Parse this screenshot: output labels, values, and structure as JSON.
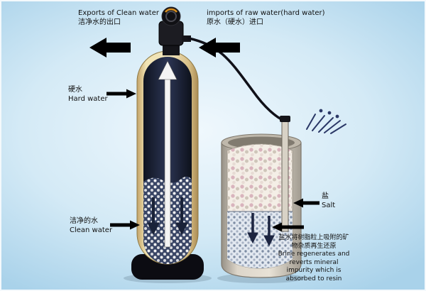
{
  "labels": {
    "export": {
      "en": "Exports of Clean water",
      "zh": "洁净水的出口"
    },
    "import": {
      "en": "imports of raw water(hard water)",
      "zh": "原水（硬水）进口"
    },
    "hard_water": {
      "zh": "硬水",
      "en": "Hard water"
    },
    "clean_water": {
      "zh": "洁净的水",
      "en": "Clean water"
    },
    "salt": {
      "zh": "盐",
      "en": "Salt"
    },
    "brine": {
      "zh": "盐水将树脂粒上吸附的矿物杂质再生还原",
      "en": "Brine regenerates and reverts mineral impurity which is absorbed to resin"
    }
  },
  "colors": {
    "background_edge": "#a9d2ea",
    "background_center": "#f0f8fd",
    "tank_shell": "#ecdfae",
    "tank_interior": "#222b45",
    "tank_base": "#0c0c12",
    "valve_body": "#1c1c22",
    "valve_dial_accent": "#d98f1e",
    "brine_tank_shell": "#ddd6ca",
    "arrow": "#000000"
  }
}
